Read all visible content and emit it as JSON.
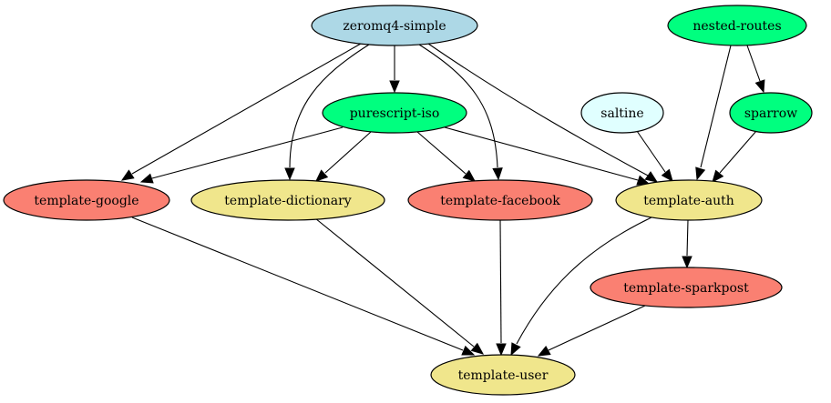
{
  "diagram": {
    "nodes": [
      {
        "id": "zeromq4-simple",
        "label": "zeromq4-simple",
        "fill": "#add8e6"
      },
      {
        "id": "nested-routes",
        "label": "nested-routes",
        "fill": "#00ff7f"
      },
      {
        "id": "purescript-iso",
        "label": "purescript-iso",
        "fill": "#00ff7f"
      },
      {
        "id": "saltine",
        "label": "saltine",
        "fill": "#e0ffff"
      },
      {
        "id": "sparrow",
        "label": "sparrow",
        "fill": "#00ff7f"
      },
      {
        "id": "template-google",
        "label": "template-google",
        "fill": "#fa8072"
      },
      {
        "id": "template-dictionary",
        "label": "template-dictionary",
        "fill": "#f0e68c"
      },
      {
        "id": "template-facebook",
        "label": "template-facebook",
        "fill": "#fa8072"
      },
      {
        "id": "template-auth",
        "label": "template-auth",
        "fill": "#f0e68c"
      },
      {
        "id": "template-sparkpost",
        "label": "template-sparkpost",
        "fill": "#fa8072"
      },
      {
        "id": "template-user",
        "label": "template-user",
        "fill": "#f0e68c"
      }
    ],
    "edges": [
      {
        "from": "zeromq4-simple",
        "to": "purescript-iso"
      },
      {
        "from": "zeromq4-simple",
        "to": "template-google"
      },
      {
        "from": "zeromq4-simple",
        "to": "template-dictionary"
      },
      {
        "from": "zeromq4-simple",
        "to": "template-facebook"
      },
      {
        "from": "zeromq4-simple",
        "to": "template-auth"
      },
      {
        "from": "nested-routes",
        "to": "sparrow"
      },
      {
        "from": "nested-routes",
        "to": "template-auth"
      },
      {
        "from": "purescript-iso",
        "to": "template-google"
      },
      {
        "from": "purescript-iso",
        "to": "template-dictionary"
      },
      {
        "from": "purescript-iso",
        "to": "template-facebook"
      },
      {
        "from": "purescript-iso",
        "to": "template-auth"
      },
      {
        "from": "saltine",
        "to": "template-auth"
      },
      {
        "from": "sparrow",
        "to": "template-auth"
      },
      {
        "from": "template-google",
        "to": "template-user"
      },
      {
        "from": "template-dictionary",
        "to": "template-user"
      },
      {
        "from": "template-facebook",
        "to": "template-user"
      },
      {
        "from": "template-auth",
        "to": "template-sparkpost"
      },
      {
        "from": "template-auth",
        "to": "template-user"
      },
      {
        "from": "template-sparkpost",
        "to": "template-user"
      }
    ]
  }
}
